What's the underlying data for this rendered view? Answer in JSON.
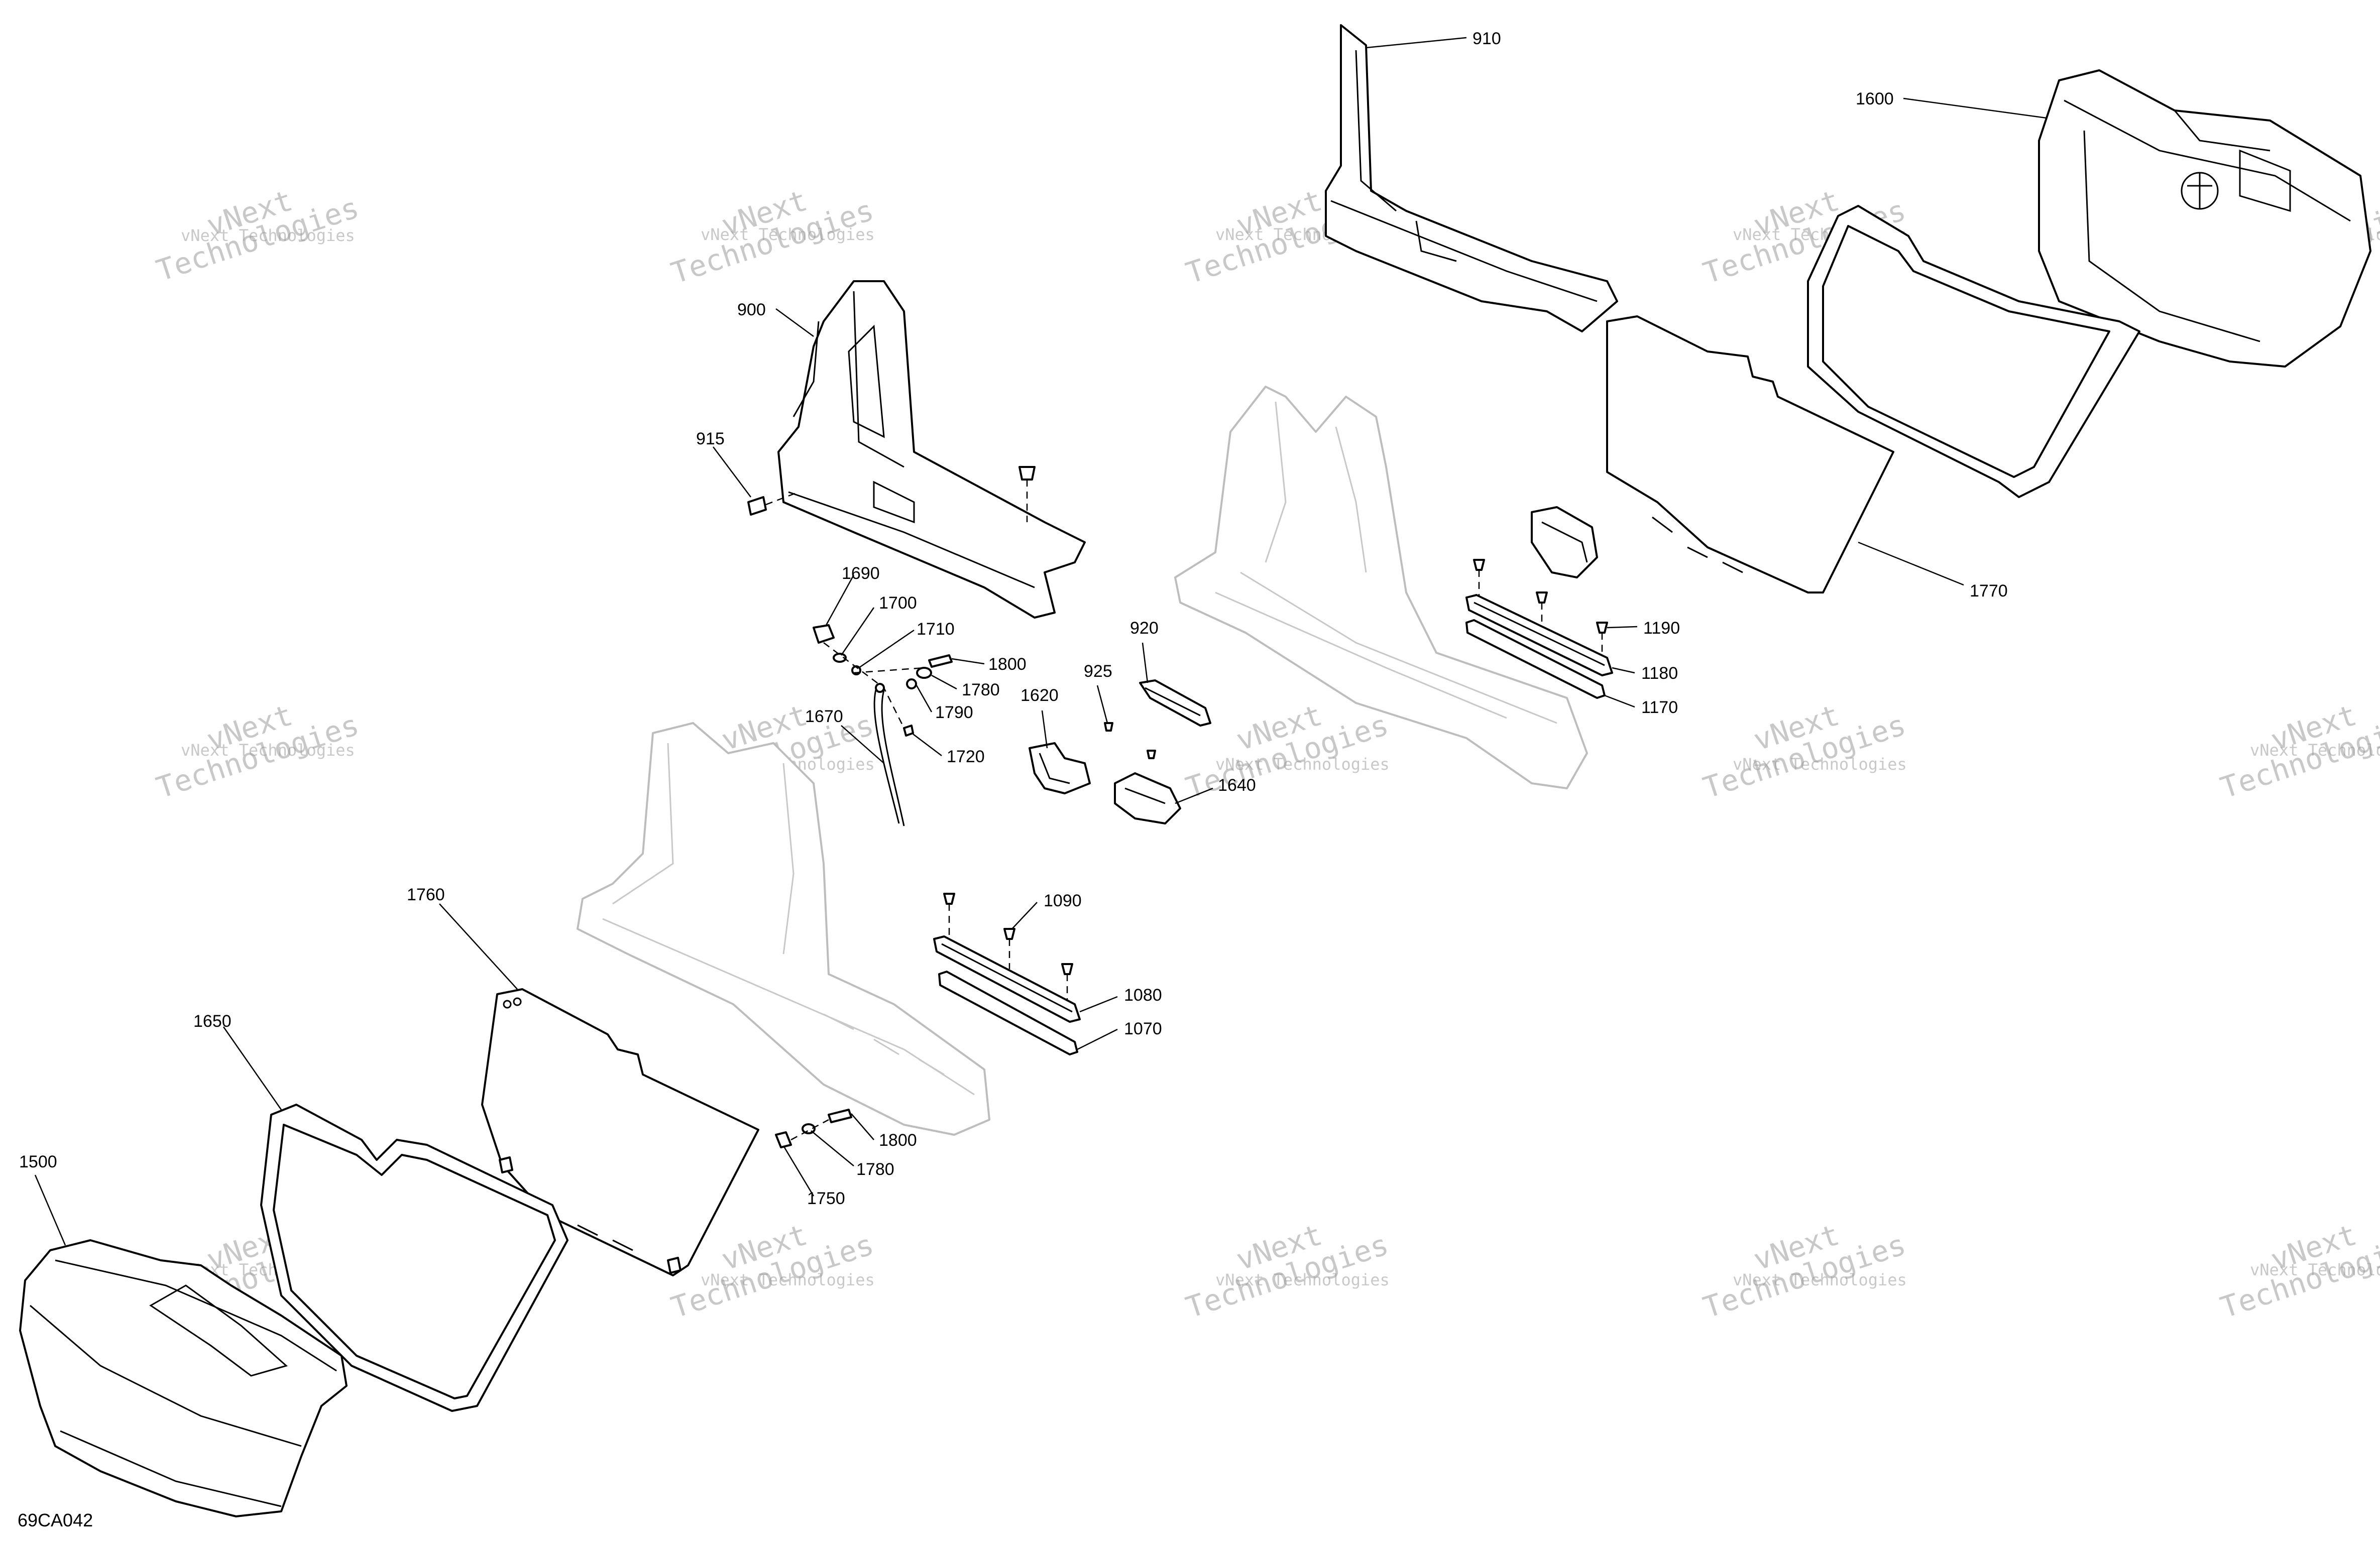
{
  "figure_id": "69CA042",
  "watermark": {
    "line1": "vNext Technologies",
    "line2": "vNext",
    "line3": "Technologies"
  },
  "callouts": {
    "c910": "910",
    "c1600": "1600",
    "c900": "900",
    "c915": "915",
    "c1770": "1770",
    "c1690": "1690",
    "c1700": "1700",
    "c1710": "1710",
    "c1800a": "1800",
    "c1780a": "1780",
    "c1790": "1790",
    "c1720": "1720",
    "c1670": "1670",
    "c1620": "1620",
    "c925": "925",
    "c920": "920",
    "c1640": "1640",
    "c1190": "1190",
    "c1180": "1180",
    "c1170": "1170",
    "c1760": "1760",
    "c1090": "1090",
    "c1080": "1080",
    "c1070": "1070",
    "c1650": "1650",
    "c1800b": "1800",
    "c1780b": "1780",
    "c1750": "1750",
    "c1500": "1500"
  }
}
